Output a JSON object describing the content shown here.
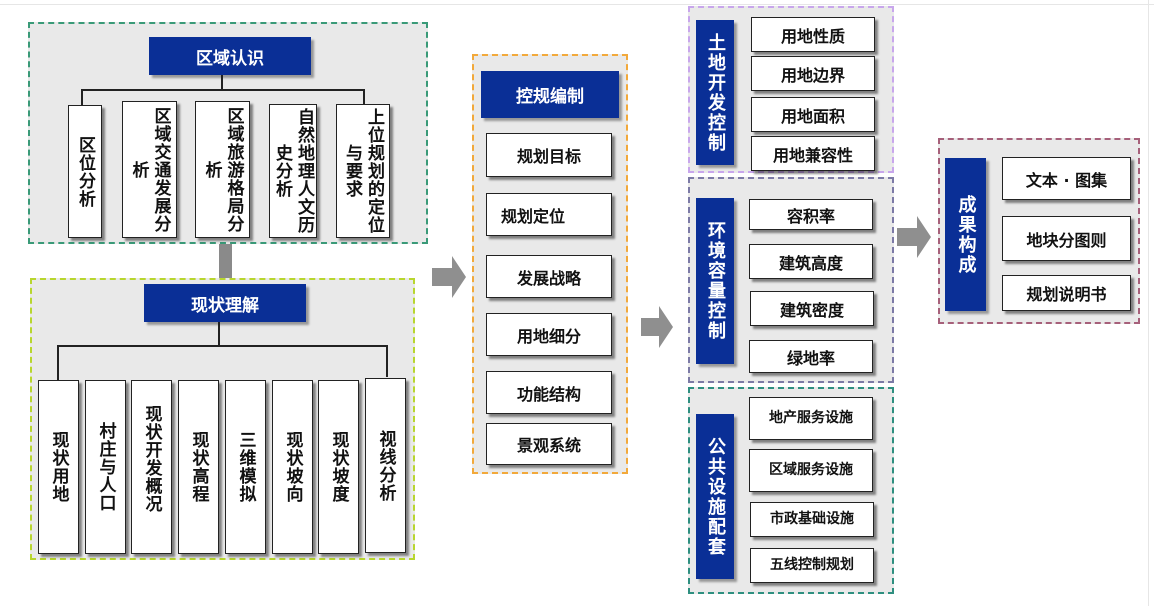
{
  "diagram": {
    "regional": {
      "title": "区域认识",
      "items": [
        "区位分析",
        "区域交通发展分析",
        "区域旅游格局分析",
        "自然地理人文历史分析",
        "上位规划的定位与要求"
      ],
      "columns": [
        [
          "区位分析"
        ],
        [
          "区域",
          "交通",
          "发展",
          "分析"
        ],
        [
          "区域",
          "旅游",
          "格局",
          "分析"
        ],
        [
          "自然地理人",
          "文历史分析"
        ],
        [
          "上位规划的",
          "定位与要求"
        ]
      ]
    },
    "current": {
      "title": "现状理解",
      "items": [
        "现状用地",
        "村庄与人口",
        "现状开发概况",
        "现状高程",
        "三维模拟",
        "现状坡向",
        "现状坡度",
        "视线分析"
      ]
    },
    "compile": {
      "title": "控规编制",
      "items": [
        "规划目标",
        "规划定位",
        "发展战略",
        "用地细分",
        "功能结构",
        "景观系统"
      ]
    },
    "land": {
      "title": "土地开发控制",
      "items": [
        "用地性质",
        "用地边界",
        "用地面积",
        "用地兼容性"
      ]
    },
    "capacity": {
      "title": "环境容量控制",
      "items": [
        "容积率",
        "建筑高度",
        "建筑密度",
        "绿地率"
      ]
    },
    "facilities": {
      "title": "公共设施配套",
      "items": [
        "地产服务设施",
        "区域服务设施",
        "市政基础设施",
        "五线控制规划"
      ]
    },
    "results": {
      "title": "成果构成",
      "items": [
        "文本 · 图集",
        "地块分图则",
        "规划说明书"
      ]
    },
    "colors": {
      "title_bg": "#0a2f96",
      "arrow": "#8f8f8f",
      "panel": "#e9e9e9"
    }
  }
}
